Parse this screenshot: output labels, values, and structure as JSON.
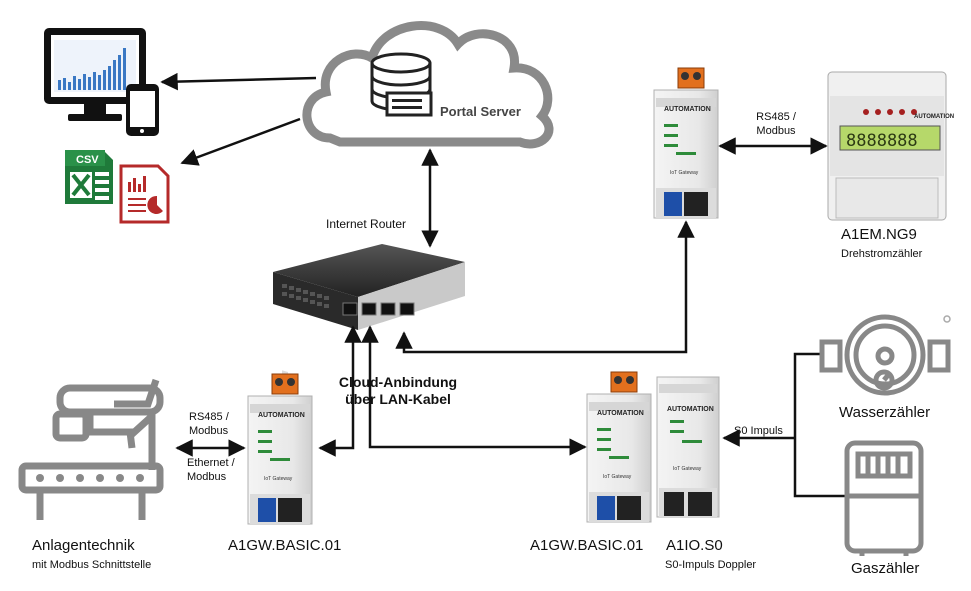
{
  "cloud": {
    "label": "Portal Server"
  },
  "router": {
    "label": "Internet Router"
  },
  "export_icons": {
    "csv": "CSV"
  },
  "cloud_link": {
    "line1": "Cloud-Anbindung",
    "line2": "über LAN-Kabel"
  },
  "gateway": {
    "brand": "AUTOMATION",
    "caption": "IoT Gateway"
  },
  "meter_device": {
    "name": "A1EM.NG9",
    "sub": "Drehstromzähler",
    "brand": "AUTOMATION",
    "lcd": "8888888"
  },
  "modbus_link_top": {
    "line1": "RS485 /",
    "line2": "Modbus"
  },
  "modbus_link_left": {
    "line1": "RS485 /",
    "line2": "Modbus"
  },
  "ethernet_link_left": {
    "line1": "Ethernet /",
    "line2": "Modbus"
  },
  "s0_link": {
    "label": "S0 Impuls"
  },
  "plant": {
    "name": "Anlagentechnik",
    "sub": "mit Modbus Schnittstelle"
  },
  "gw_left": {
    "name": "A1GW.BASIC.01"
  },
  "gw_right": {
    "name": "A1GW.BASIC.01"
  },
  "io_module": {
    "name": "A1IO.S0",
    "sub": "S0-Impuls Doppler"
  },
  "water_meter": {
    "name": "Wasserzähler"
  },
  "gas_meter": {
    "name": "Gaszähler"
  },
  "colors": {
    "line": "#111111",
    "csv_green": "#1f7a3a",
    "report_red": "#b52a2a",
    "lcd": "#b6d86a",
    "terminal": "#e2701e"
  },
  "icons": [
    "monitor-icon",
    "phone-icon",
    "csv-file-icon",
    "report-file-icon",
    "database-icon",
    "router-icon",
    "factory-robot-icon",
    "water-meter-icon",
    "gas-meter-icon"
  ]
}
